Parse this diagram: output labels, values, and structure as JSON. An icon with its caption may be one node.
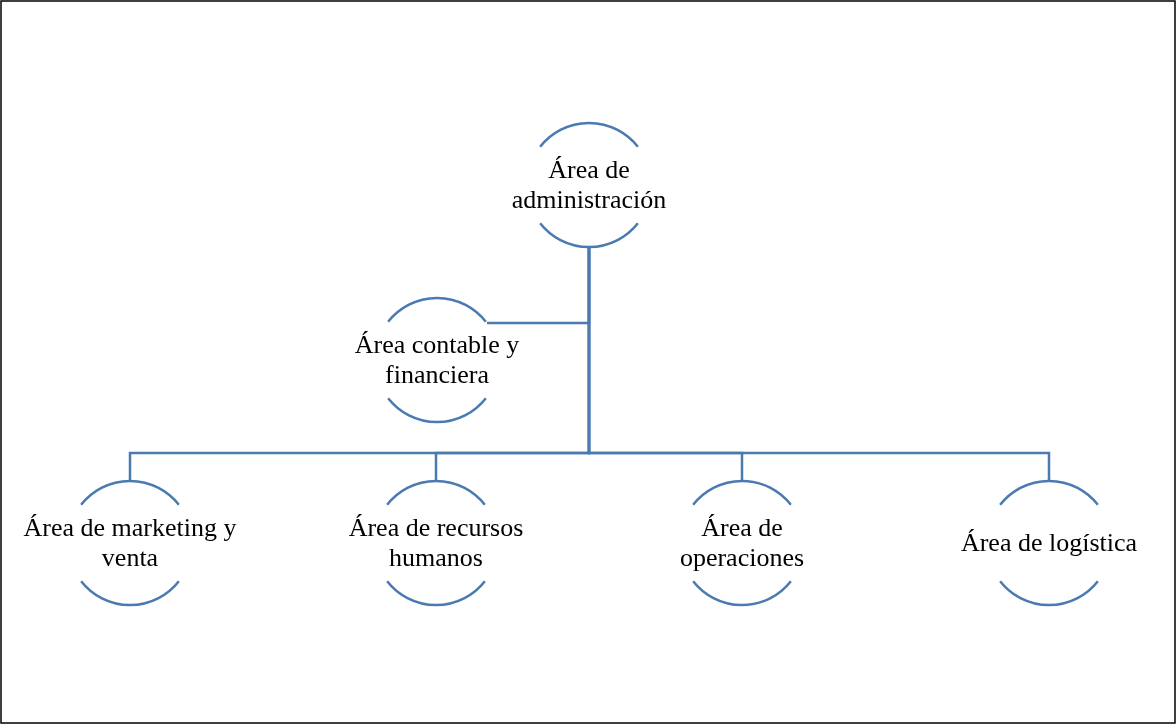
{
  "diagram": {
    "nodes": [
      {
        "text": [
          "Área de administración"
        ]
      },
      {
        "text": [
          "Área contable y financiera"
        ]
      },
      {
        "text": [
          "Área de marketing y venta"
        ]
      },
      {
        "text": [
          "Área de recursos humanos"
        ]
      },
      {
        "text": [
          "Área de operaciones"
        ]
      },
      {
        "text": [
          "Área de logística"
        ]
      }
    ],
    "edges": [
      {
        "from": 0,
        "to": 1,
        "arrow": "none"
      },
      {
        "from": 0,
        "to": 2,
        "arrow": "none"
      },
      {
        "from": 0,
        "to": 3,
        "arrow": "none"
      },
      {
        "from": 0,
        "to": 4,
        "arrow": "none"
      },
      {
        "from": 0,
        "to": 5,
        "arrow": "none"
      }
    ]
  }
}
